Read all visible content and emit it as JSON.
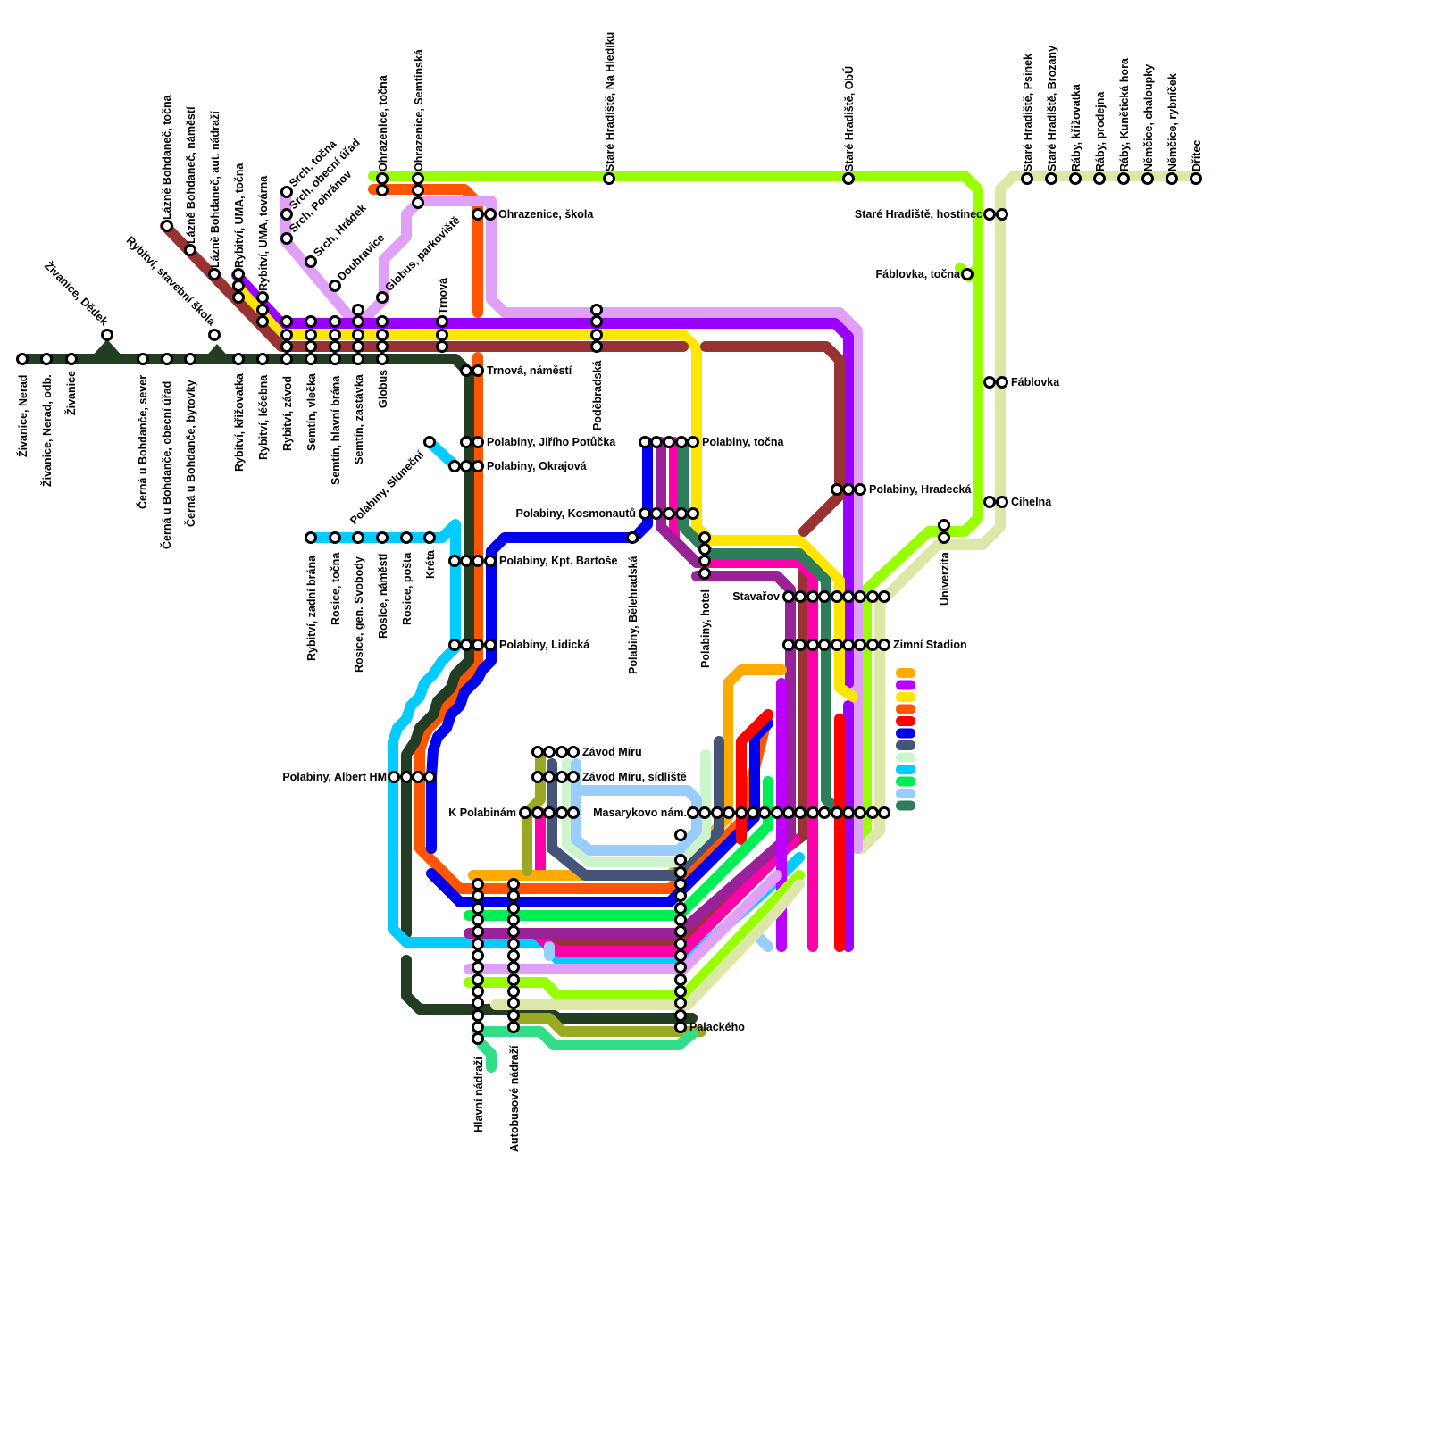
{
  "colors": {
    "lime": "#99ff00",
    "paleOlive": "#dde8a8",
    "orangeRed": "#ff5500",
    "lavender": "#e0a0f8",
    "violet": "#9900ff",
    "yellow": "#ffe600",
    "maroon": "#993333",
    "darkGreen": "#223d22",
    "cyan": "#00ccff",
    "blue": "#0000ee",
    "magenta": "#ff00aa",
    "plum": "#992299",
    "teal": "#2e7d5b",
    "orange": "#ffaa00",
    "red": "#ff0000",
    "slate": "#445577",
    "mint": "#ccf5cc",
    "green": "#00ee55",
    "skyblue": "#99ccff",
    "olive": "#99aa22",
    "seaGreen": "#33dd88",
    "purple": "#bb00ff",
    "stationStroke": "#000000",
    "stationFill": "#ffffff"
  },
  "stations": {
    "zivaniceNerad": "Živanice, Nerad",
    "zivaniceNeradOdb": "Živanice, Nerad, odb.",
    "zivanice": "Živanice",
    "zivaniceDedek": "Živanice, Dědek",
    "cernaSever": "Černá u Bohdanče, sever",
    "cernaUrad": "Černá u Bohdanče, obecní úřad",
    "cernaBytovky": "Černá u Bohdanče, bytovky",
    "rybitviSkola": "Rybitví, stavební škola",
    "lazneTocna": "Lázně Bohdaneč, točna",
    "lazneNamesti": "Lázně Bohdaneč, náměstí",
    "lazneNadrazi": "Lázně Bohdaneč, aut. nádraží",
    "rybitviUmaTocna": "Rybitví, UMA, točna",
    "rybitviUmaTovarna": "Rybitví, UMA, továrna",
    "rybitviKrizovatka": "Rybitví, křižovatka",
    "rybitviLecebna": "Rybitví, léčebna",
    "rybitviZavod": "Rybitví, závod",
    "semtinVlecka": "Semtín, vlečka",
    "semtinBrana": "Semtín, hlavní brána",
    "semtinZastavka": "Semtín, zastávka",
    "globus": "Globus",
    "srchTocna": "Srch, točna",
    "srchUrad": "Srch, obecní úřad",
    "srchPohranov": "Srch, Pohránov",
    "srchHradek": "Srch, Hrádek",
    "doubravice": "Doubravice",
    "globusParkoviste": "Globus, parkoviště",
    "ohrazeniceTocna": "Ohrazenice, točna",
    "ohrazeniceSemtinska": "Ohrazenice, Semtínská",
    "ohrazeniceSkola": "Ohrazenice, škola",
    "trnova": "Trnová",
    "trnovaNamesti": "Trnová, náměstí",
    "podebradska": "Poděbradská",
    "stareNaHledku": "Staré Hradiště, Na Hledíku",
    "stareObu": "Staré Hradiště, ObÚ",
    "starePsinek": "Staré Hradiště, Psinek",
    "stareBrozany": "Staré Hradiště, Brozany",
    "rabyKrizovatka": "Ráby, křižovatka",
    "rabyProdejna": "Ráby, prodejna",
    "rabyKunetickaHora": "Ráby, Kunětická hora",
    "nemciceChaloupky": "Němčice, chaloupky",
    "nemciceRybnicek": "Němčice, rybníček",
    "drітec": "Dřítec",
    "stareHostinec": "Staré Hradiště, hostinec",
    "fablovkaTocna": "Fáblovka, točna",
    "fablovka": "Fáblovka",
    "cihelna": "Cihelna",
    "univerzita": "Univerzita",
    "polabinyHradecka": "Polabiny, Hradecká",
    "polabinyTocna": "Polabiny, točna",
    "polabinyKosmonautu": "Polabiny, Kosmonautů",
    "polabinyBelehradska": "Polabiny, Bělehradská",
    "polabinyHotel": "Polabiny, hotel",
    "stavarov": "Stavařov",
    "zimniStadion": "Zimní Stadion",
    "polabinyPotucka": "Polabiny, Jiřího Potůčka",
    "polabinyOkrajova": "Polabiny, Okrajová",
    "polabinyBartose": "Polabiny, Kpt. Bartoše",
    "polabinyLidicka": "Polabiny, Lidická",
    "polabinySlunecni": "Polabiny, Sluneční",
    "rybitviZadniBrana": "Rybitví, zadní brána",
    "rosiceTocna": "Rosice, točna",
    "rosiceSvobody": "Rosice, gen. Svobody",
    "rosiceNamesti": "Rosice, náměstí",
    "rosicePosta": "Rosice, pošta",
    "kreta": "Kréta",
    "polabinyAlbert": "Polabiny, Albert HM",
    "zavodMiru": "Závod Míru",
    "zavodMiruSidliste": "Závod Míru, sídliště",
    "kPolabinam": "K Polabinám",
    "masarykovoNam": "Masarykovo nám.",
    "palackeho": "Palackého",
    "hlavniNadrazi": "Hlavní nádraží",
    "autobusoveNadrazi": "Autobusové nádraží"
  }
}
